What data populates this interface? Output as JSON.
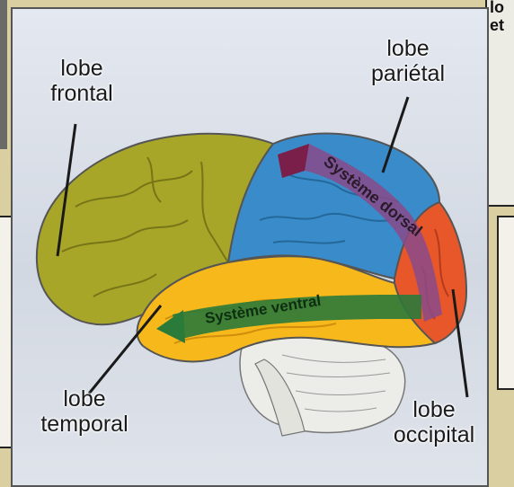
{
  "labels": {
    "frontal_line1": "lobe",
    "frontal_line2": "frontal",
    "parietal_line1": "lobe",
    "parietal_line2": "pariétal",
    "temporal_line1": "lobe",
    "temporal_line2": "temporal",
    "occipital_line1": "lobe",
    "occipital_line2": "occipital",
    "dorsal_system": "Système dorsal",
    "ventral_system": "Système ventral"
  },
  "side_peek": {
    "line1": "lo",
    "line2": "et"
  },
  "colors": {
    "frontal": "#a7a628",
    "parietal": "#3a8bc9",
    "temporal": "#f7b81c",
    "occipital": "#e8572a",
    "brainstem": "#ecece8",
    "dorsal_arrow": "#7a1f4a",
    "ventral_arrow": "#2a7a3a",
    "panel_background": "#dde2ea"
  }
}
